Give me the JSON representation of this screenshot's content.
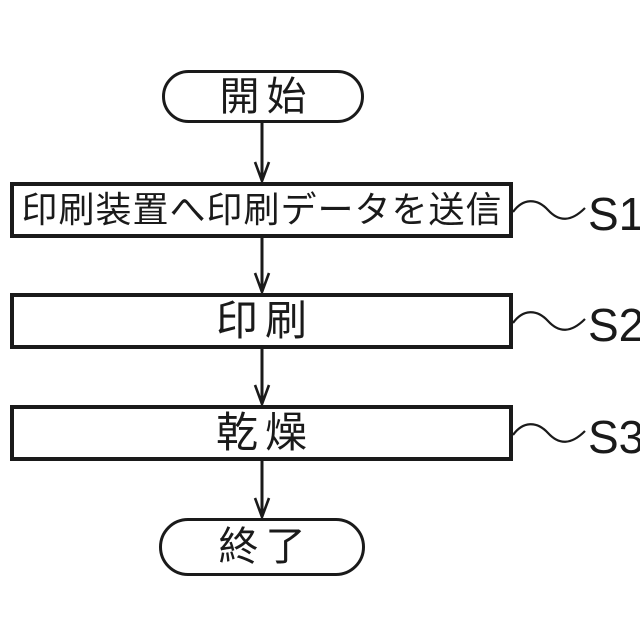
{
  "flowchart": {
    "start": {
      "label": "開始"
    },
    "steps": [
      {
        "id": "S1",
        "text": "印刷装置へ印刷データを送信"
      },
      {
        "id": "S2",
        "text": "印刷"
      },
      {
        "id": "S3",
        "text": "乾燥"
      }
    ],
    "end": {
      "label": "終了"
    }
  },
  "colors": {
    "line": "#1a1a1a",
    "background": "#ffffff"
  }
}
